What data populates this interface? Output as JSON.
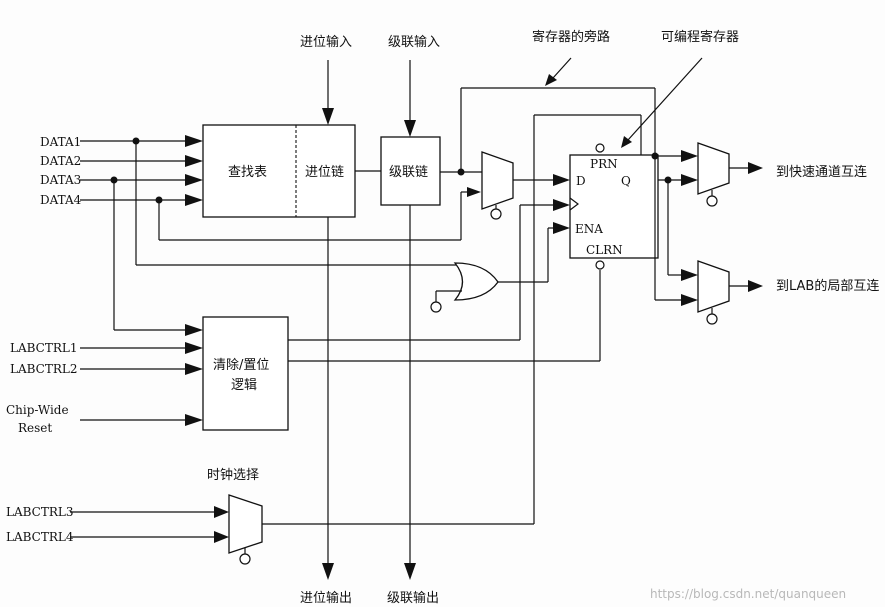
{
  "inputs": {
    "data1": "DATA1",
    "data2": "DATA2",
    "data3": "DATA3",
    "data4": "DATA4",
    "labctrl1": "LABCTRL1",
    "labctrl2": "LABCTRL2",
    "chip_wide_1": "Chip-Wide",
    "chip_wide_2": "Reset",
    "labctrl3": "LABCTRL3",
    "labctrl4": "LABCTRL4"
  },
  "top_labels": {
    "carry_in": "进位输入",
    "cascade_in": "级联输入",
    "register_bypass": "寄存器的旁路",
    "programmable_register": "可编程寄存器"
  },
  "blocks": {
    "lut": "查找表",
    "carry_chain": "进位链",
    "cascade_chain": "级联链",
    "clear_preset_1": "清除/置位",
    "clear_preset_2": "逻辑",
    "clock_select": "时钟选择"
  },
  "flipflop": {
    "prn": "PRN",
    "d": "D",
    "q": "Q",
    "ena": "ENA",
    "clrn": "CLRN"
  },
  "outputs": {
    "fast_track": "到快速通道互连",
    "lab_local": "到LAB的局部互连",
    "carry_out": "进位输出",
    "cascade_out": "级联输出"
  },
  "watermark": "https://blog.csdn.net/quanqueen"
}
